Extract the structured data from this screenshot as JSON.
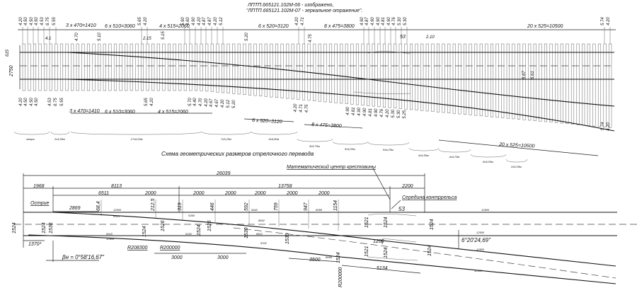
{
  "header": {
    "notes": [
      "ЛПТП.665121.102М-06 - изображено,",
      "\"ЛПТП.665121.102М-07 - зеркальное отражение\"."
    ]
  },
  "plan": {
    "top_spacings": [
      "4.20",
      "4.50",
      "4.50",
      "4.50",
      "4.53",
      "6.75",
      "5.55",
      "5.65",
      "4.20",
      "5.90",
      "4.60",
      "4.90",
      "4.20",
      "4.87",
      "4.87",
      "4.20",
      "5.12",
      "4.20",
      "4.71",
      "4.90",
      "4.87",
      "4.90",
      "4.90",
      "4.81",
      "4.90",
      "4.76",
      "5.30",
      "5.30",
      "5.74",
      "4.20"
    ],
    "top_groups": [
      "3 x 470=1410",
      "6 x 510=3060",
      "4 x 515=2060",
      "6 x 520=3120",
      "8 x 475=3800",
      "20 x 525=10500"
    ],
    "top_marks": [
      "4.1",
      "4.70",
      "5.10",
      "2.15",
      "5.15",
      "5.20",
      "4.75",
      "53",
      "2.10",
      "5.67",
      "5.61"
    ],
    "width_labels": [
      "615",
      "2750"
    ],
    "bottom_spacings": [
      "4.20",
      "4.50",
      "4.50",
      "4.50",
      "4.53",
      "6.75",
      "5.55",
      "5.65",
      "4.20",
      "5.70",
      "4.40",
      "4.70",
      "4.20",
      "4.67",
      "4.67",
      "4.20",
      "5.12",
      "5.20",
      "4.20",
      "4.71",
      "4.75",
      "4.90",
      "4.81",
      "4.90",
      "4.90",
      "4.81",
      "4.90",
      "4.76",
      "4.20",
      "5.30",
      "5.30",
      "5.25",
      "5.74",
      "4.20"
    ],
    "bottom_groups": [
      "3 x 470=1410",
      "6 x 510=3060",
      "4 x 515=2060",
      "6 x 520=3120",
      "8 x 475=3800",
      "20 x 525=10500"
    ],
    "bottom_marks": [
      "4.70",
      "5.10",
      "5.15",
      "5.67",
      "5.61"
    ],
    "braces": [
      "эпюра",
      "2x4,50м",
      "17x5,00м",
      "7x5,25м",
      "6x5,50м",
      "5x5,75м",
      "5x4,00м",
      "5x4,25м",
      "4x4,50м",
      "4x4,75м",
      "5x5,00м",
      "2x5,25м"
    ]
  },
  "schema": {
    "title": "Схема геометрических размеров стрелочного перевода",
    "total": "26039",
    "front": "1968",
    "d8113": "8113",
    "d13758": "13758",
    "d2200": "2200",
    "d6511": "6511",
    "d2000": "2000",
    "d2869": "2869",
    "ordinates": [
      "68,4",
      "212,5",
      "319",
      "446",
      "592",
      "759",
      "947",
      "1154"
    ],
    "point_label": "Острие",
    "crossing_label": "Математический центр крестовины",
    "checkrail_label": "Середина контррельса",
    "d53": "53",
    "rail_lengths": [
      "12500",
      "6515",
      "5366",
      "5442",
      "8842",
      "8089",
      "12500",
      "6515",
      "12500",
      "5332",
      "8812",
      "5332",
      "8089",
      "12500",
      "12500",
      "12500"
    ],
    "d1524": "1524",
    "d1536": "1536",
    "d1526": "1526",
    "d1530": "1530",
    "d1521": "1521",
    "d1370": "1370*",
    "beta": "βн = 0°58'16,67\"",
    "r1": "R208300",
    "r2": "R200000",
    "r3": "R200000",
    "d3000": "3000",
    "d3500": "3500",
    "d5134": "5134",
    "d1200": "1200",
    "angle": "6°20'24,69\""
  }
}
